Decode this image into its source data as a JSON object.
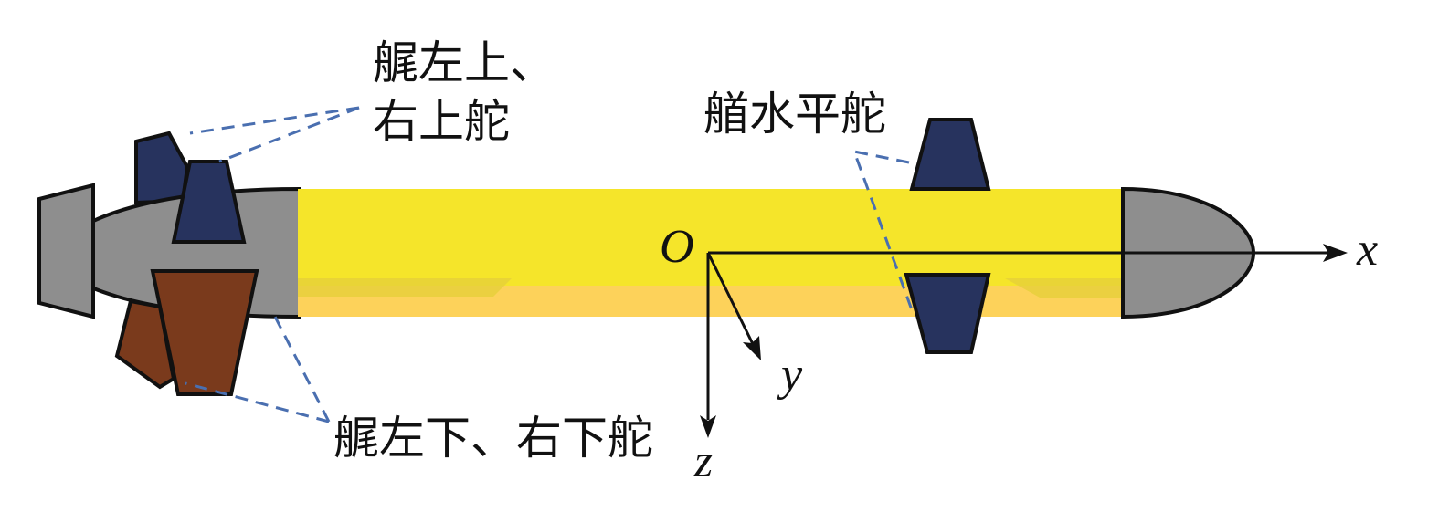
{
  "labels": {
    "stern_upper_line1": "艉左上、",
    "stern_upper_line2": "右上舵",
    "bow_planes": "艏水平舵",
    "stern_lower": "艉左下、右下舵"
  },
  "axes": {
    "origin": "O",
    "x": "x",
    "y": "y",
    "z": "z"
  },
  "colors": {
    "hull_yellow": "#f5e52a",
    "hull_orange": "#fdd25a",
    "grey": "#8e8e8e",
    "navy_fin": "#27335e",
    "brown_fin": "#7a3a1c",
    "leader_line": "#4a6fb0"
  }
}
